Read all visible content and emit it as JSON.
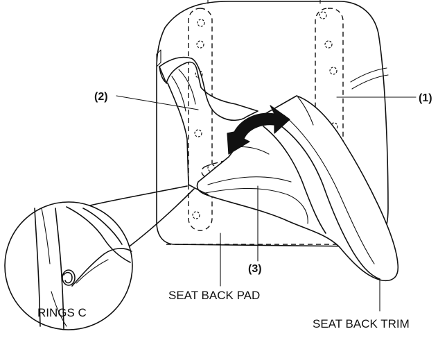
{
  "labels": {
    "callout_1": "(1)",
    "callout_2": "(2)",
    "callout_3": "(3)",
    "seat_back_pad": "SEAT BACK PAD",
    "seat_back_trim": "SEAT BACK TRIM",
    "rings_c": "RINGS C"
  },
  "colors": {
    "line": "#111111",
    "background": "#ffffff",
    "arrow": "#111111"
  },
  "icons": {
    "direction_arrow": "curved-arrow-icon"
  }
}
